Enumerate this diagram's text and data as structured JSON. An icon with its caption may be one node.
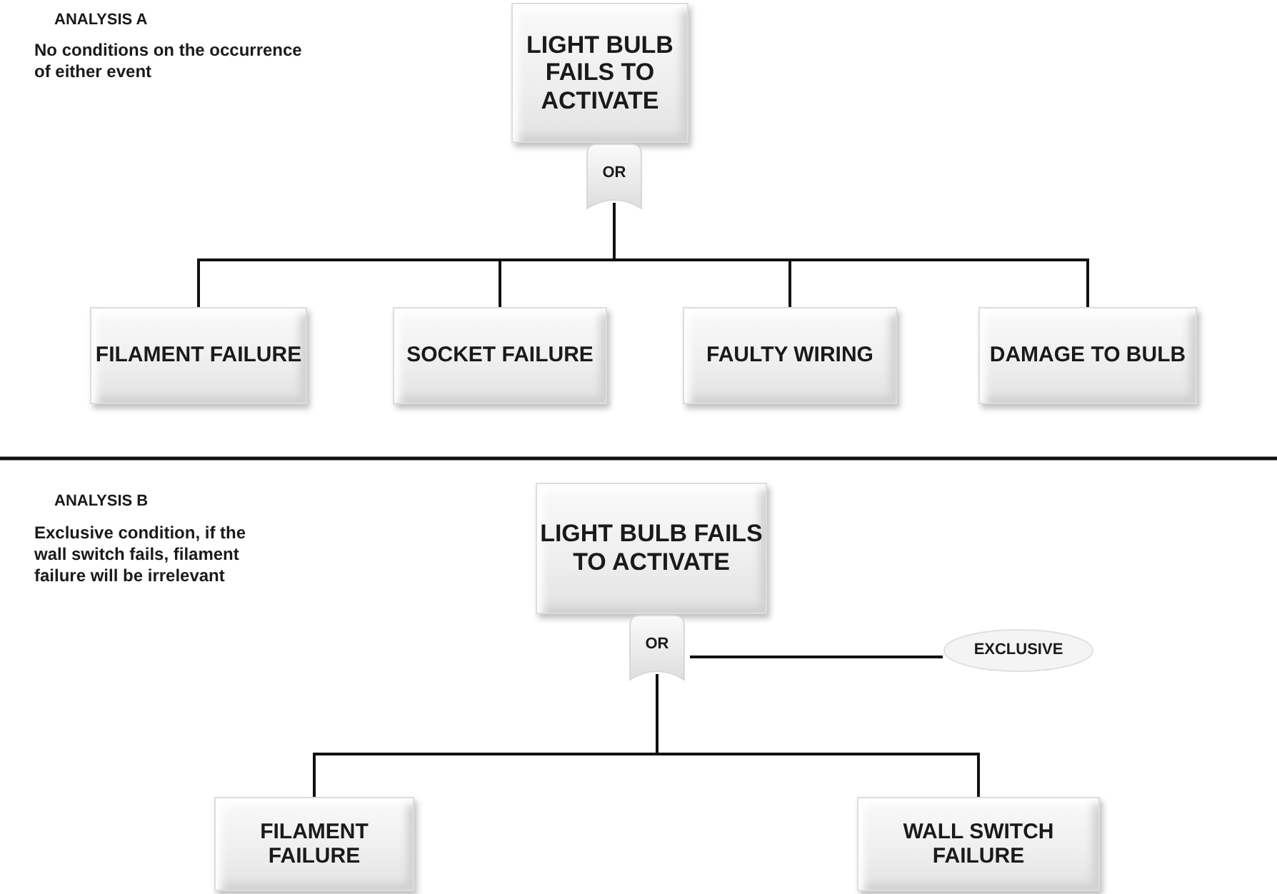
{
  "diagram": {
    "nodes": [
      {
        "text": [
          "LIGHT BULB FAILS TO ACTIVATE"
        ]
      },
      {
        "text": [
          "OR"
        ]
      },
      {
        "text": [
          "FILAMENT FAILURE"
        ]
      },
      {
        "text": [
          "SOCKET FAILURE"
        ]
      },
      {
        "text": [
          "FAULTY WIRING"
        ]
      },
      {
        "text": [
          "DAMAGE TO BULB"
        ]
      },
      {
        "text": [
          "LIGHT BULB FAILS TO ACTIVATE"
        ]
      },
      {
        "text": [
          "OR"
        ]
      },
      {
        "text": [
          "EXCLUSIVE"
        ]
      },
      {
        "text": [
          "FILAMENT FAILURE"
        ]
      },
      {
        "text": [
          "WALL SWITCH FAILURE"
        ]
      }
    ],
    "edges": [
      {
        "from": 1,
        "to": 2,
        "arrow": "none"
      },
      {
        "from": 1,
        "to": 3,
        "arrow": "none"
      },
      {
        "from": 1,
        "to": 4,
        "arrow": "none"
      },
      {
        "from": 1,
        "to": 5,
        "arrow": "none"
      },
      {
        "from": 7,
        "to": 8,
        "arrow": "none"
      },
      {
        "from": 7,
        "to": 9,
        "arrow": "none"
      },
      {
        "from": 7,
        "to": 10,
        "arrow": "none"
      }
    ],
    "labels": [
      "ANALYSIS A",
      "No conditions on the occurrence of either event",
      "ANALYSIS B",
      "Exclusive condition, if the wall switch fails, filament failure will be irrelevant"
    ]
  }
}
